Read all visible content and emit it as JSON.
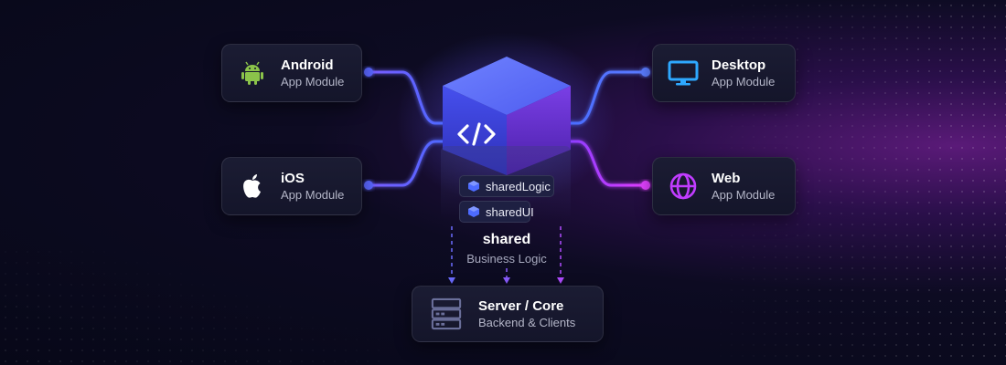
{
  "modules": {
    "android": {
      "title": "Android",
      "subtitle": "App Module",
      "icon": "android-icon",
      "color": "#8bc34a"
    },
    "ios": {
      "title": "iOS",
      "subtitle": "App Module",
      "icon": "apple-icon",
      "color": "#ffffff"
    },
    "desktop": {
      "title": "Desktop",
      "subtitle": "App Module",
      "icon": "monitor-icon",
      "color": "#2ea8ff"
    },
    "web": {
      "title": "Web",
      "subtitle": "App Module",
      "icon": "globe-icon",
      "color": "#c13cff"
    }
  },
  "shared": {
    "title": "shared",
    "subtitle": "Business Logic",
    "icon": "code-icon",
    "chips": [
      {
        "label": "sharedLogic",
        "icon": "cube-icon"
      },
      {
        "label": "sharedUI",
        "icon": "cube-icon"
      }
    ]
  },
  "server": {
    "title": "Server / Core",
    "subtitle": "Backend & Clients",
    "icon": "server-icon"
  },
  "colors": {
    "left_connector": "#5b63ff",
    "right_top_connector": "#4f6bff",
    "right_bottom_connector": "#d43cff",
    "cube_top": "#5a6cff",
    "cube_front": "#3d3fd8",
    "cube_side": "#6a2fd0"
  }
}
